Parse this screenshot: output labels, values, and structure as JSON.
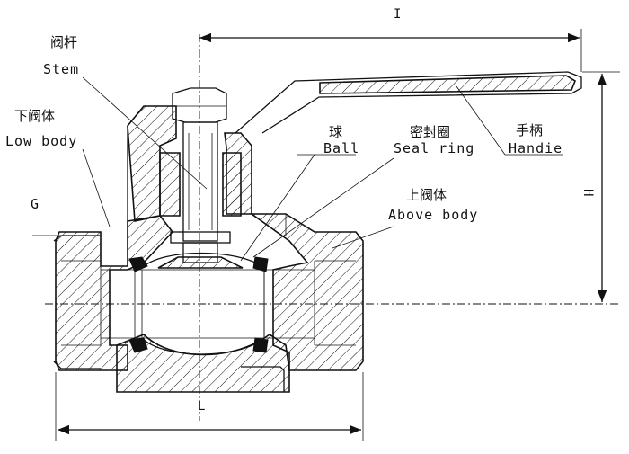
{
  "labels": {
    "stem_cn": "阀杆",
    "stem_en": "Stem",
    "low_body_cn": "下阀体",
    "low_body_en": "Low body",
    "ball_cn": "球",
    "ball_en": "Ball",
    "seal_ring_cn": "密封圈",
    "seal_ring_en": "Seal ring",
    "handle_cn": "手柄",
    "handle_en": "Handie",
    "above_body_cn": "上阀体",
    "above_body_en": "Above body",
    "thread": "G"
  },
  "dimensions": {
    "handle_length": "I",
    "height": "H",
    "length": "L"
  }
}
